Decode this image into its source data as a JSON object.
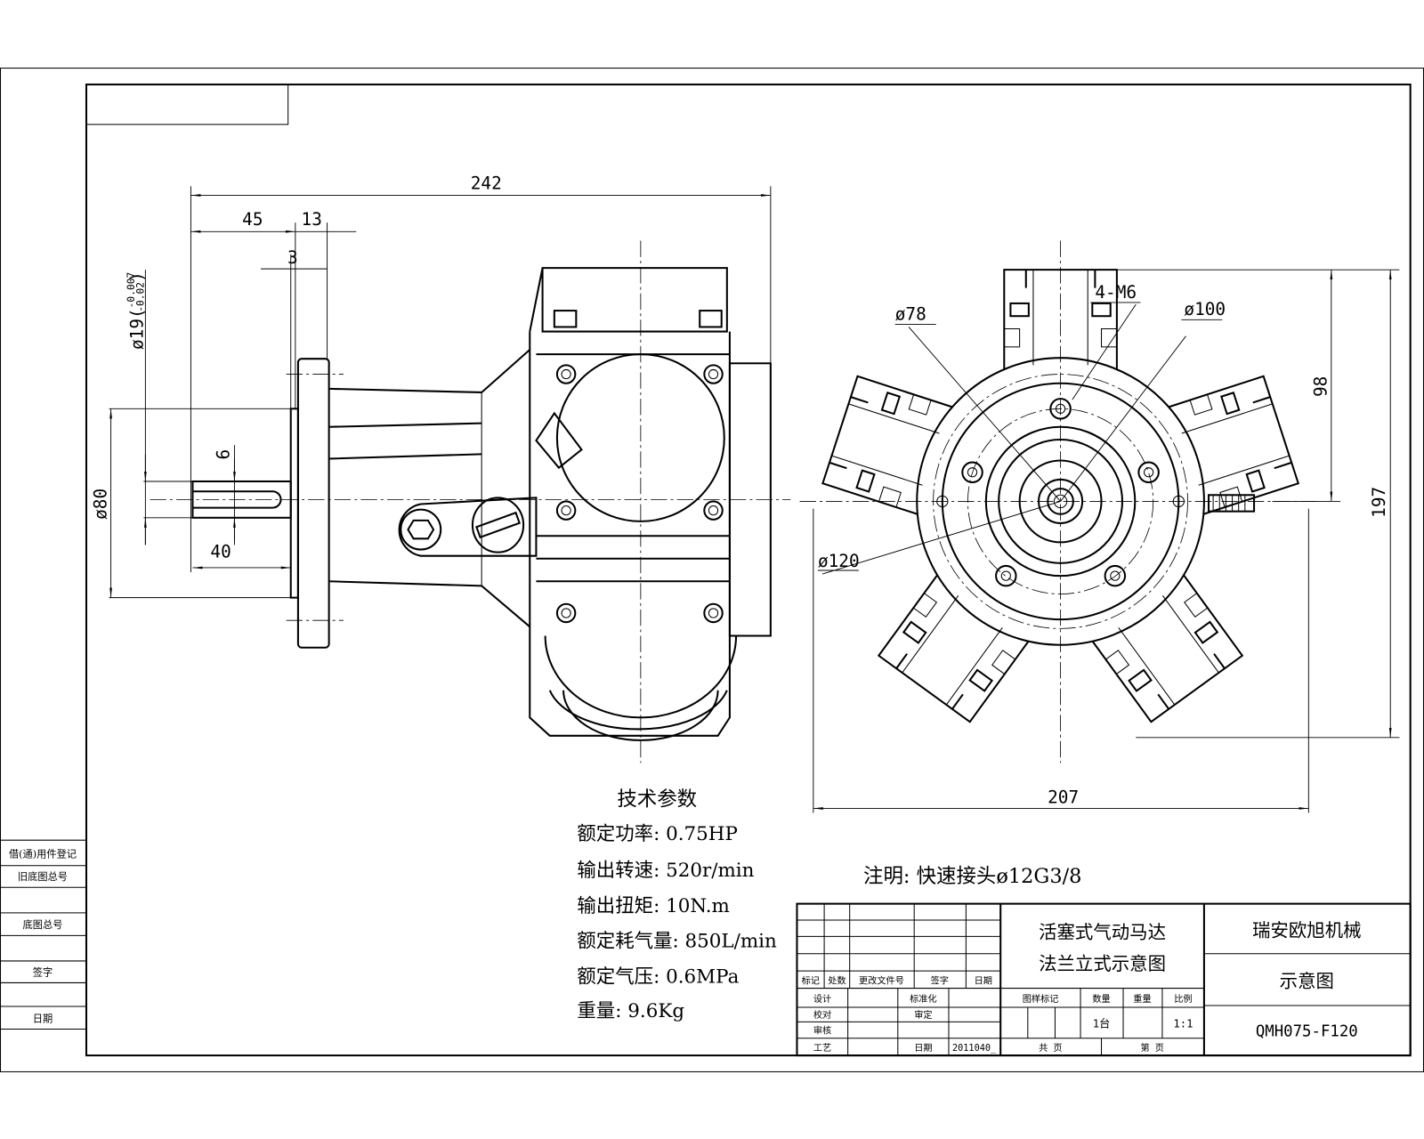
{
  "drawing": {
    "dimensions": {
      "overall_length": "242",
      "shaft_offset": "45",
      "flange_thickness": "13",
      "gap": "3",
      "shaft_diameter": "ø19(",
      "shaft_tol_upper": "-0.007",
      "shaft_tol_lower": "-0.02",
      "shaft_tol_close": ")",
      "pilot_diameter": "ø80",
      "key_width": "6",
      "shaft_length": "40",
      "bolt_circle_small": "ø78",
      "thread_holes": "4-M6",
      "bolt_circle": "ø100",
      "flange_diameter": "ø120",
      "half_height": "98",
      "total_height": "197",
      "total_width": "207"
    },
    "specs": {
      "title": "技术参数",
      "lines": [
        "额定功率: 0.75HP",
        "输出转速: 520r/min",
        "输出扭矩: 10N.m",
        "额定耗气量: 850L/min",
        "额定气压: 0.6MPa",
        "重量: 9.6Kg"
      ]
    },
    "note": "注明: 快速接头ø12G3/8"
  },
  "side_table": [
    "借(通)用件登记",
    "旧底图总号",
    "底图总号",
    "签字",
    "日期"
  ],
  "title_block": {
    "revision_headers": [
      "标记",
      "处数",
      "更改文件号",
      "签字",
      "日期"
    ],
    "roles": {
      "design": "设计",
      "standardize": "标准化",
      "check": "校对",
      "approve": "审定",
      "review": "审核",
      "process": "工艺",
      "date_label": "日期",
      "date": "2011040_"
    },
    "product_name_1": "活塞式气动马达",
    "product_name_2": "法兰立式示意图",
    "attr_headers": [
      "图样标记",
      "数量",
      "重量",
      "比例"
    ],
    "quantity": "1台",
    "scale": "1:1",
    "total_pages": "共   页",
    "page_no": "第   页",
    "company": "瑞安欧旭机械",
    "doc_type": "示意图",
    "model": "QMH075-F120"
  }
}
